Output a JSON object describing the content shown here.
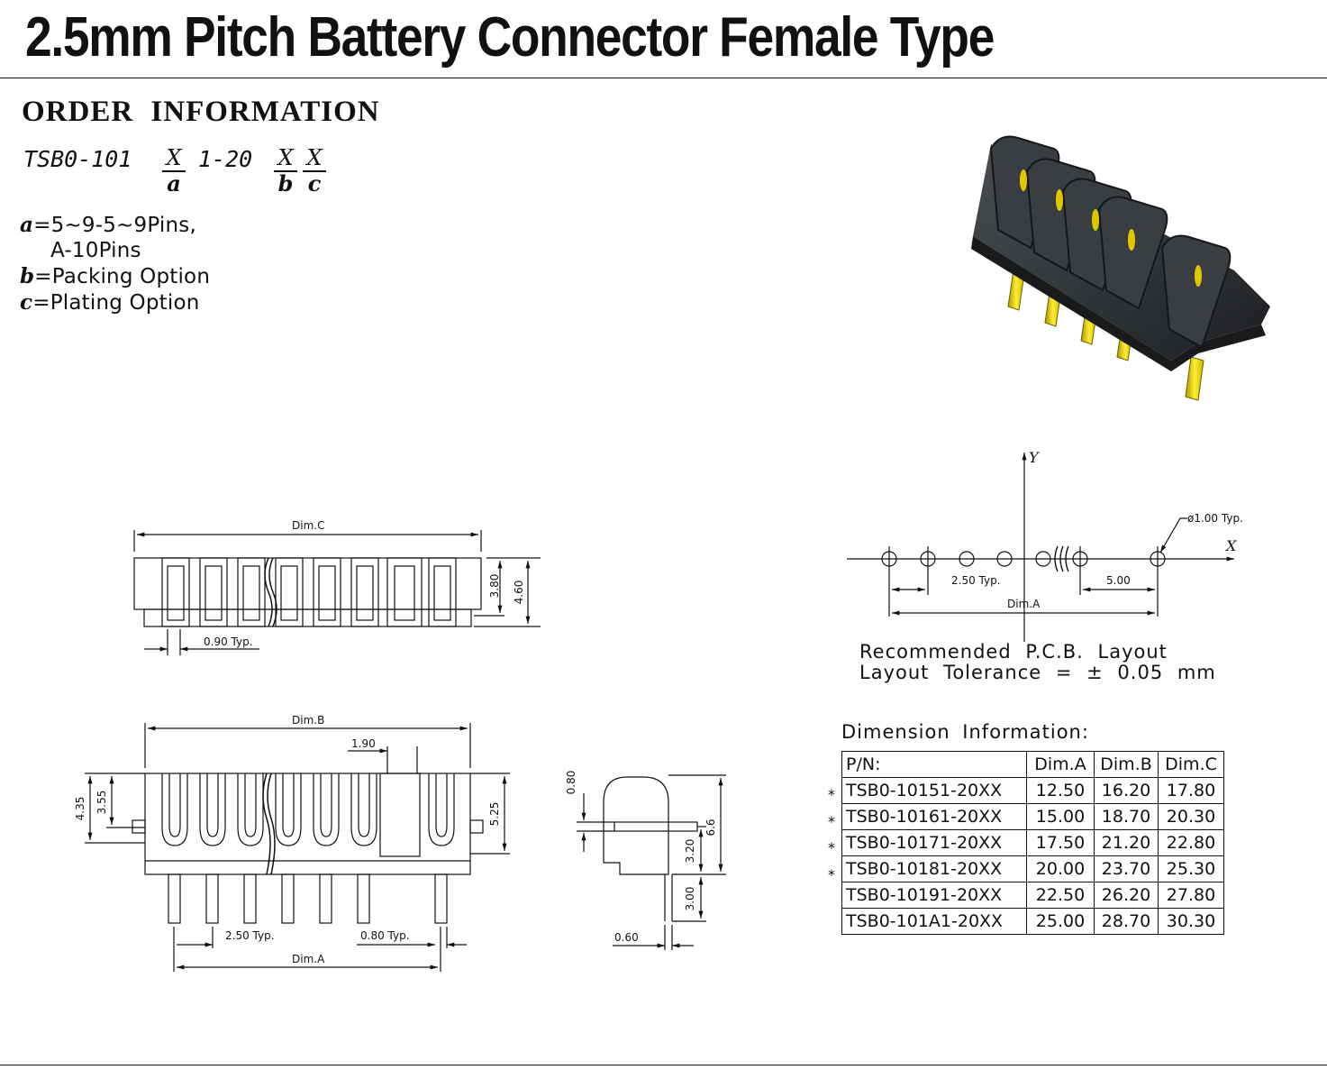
{
  "title": "2.5mm Pitch Battery Connector Female Type",
  "order_info": {
    "heading": "ORDER  INFORMATION",
    "part_number": {
      "prefix": "TSB0-101",
      "mid": "1-20",
      "field_a": {
        "symbol": "X",
        "label": "a"
      },
      "field_b": {
        "symbol": "X",
        "label": "b"
      },
      "field_c": {
        "symbol": "X",
        "label": "c"
      }
    },
    "options": [
      {
        "key": "a",
        "text": "=5~9-5~9Pins,"
      },
      {
        "key": "",
        "text": "A-10Pins"
      },
      {
        "key": "b",
        "text": "=Packing  Option"
      },
      {
        "key": "c",
        "text": "=Plating  Option"
      }
    ]
  },
  "front_view": {
    "dim_c": "Dim.C",
    "h_380": "3.80",
    "h_460": "4.60",
    "pin_w": "0.90  Typ."
  },
  "top_view": {
    "dim_b": "Dim.B",
    "dim_a": "Dim.A",
    "gap_190": "1.90",
    "h_435": "4.35",
    "h_355": "3.55",
    "h_525": "5.25",
    "pitch": "2.50  Typ.",
    "pin_080": "0.80  Typ."
  },
  "side_view": {
    "d_080": "0.80",
    "d_66": "6.6",
    "d_320": "3.20",
    "d_300": "3.00",
    "d_060": "0.60"
  },
  "pcb_layout": {
    "axis_y": "Y",
    "axis_x": "X",
    "hole": "ø1.00  Typ.",
    "pitch": "2.50  Typ.",
    "spacing": "5.00",
    "dim_a": "Dim.A",
    "line1": "Recommended   P.C.B.  Layout",
    "line2": "Layout  Tolerance  =  ±  0.05  mm"
  },
  "dimension_info": {
    "heading": "Dimension  Information:",
    "headers": [
      "P/N:",
      "Dim.A",
      "Dim.B",
      "Dim.C"
    ],
    "rows": [
      {
        "star": "*",
        "pn": "TSB0-10151-20XX",
        "a": "12.50",
        "b": "16.20",
        "c": "17.80"
      },
      {
        "star": "*",
        "pn": "TSB0-10161-20XX",
        "a": "15.00",
        "b": "18.70",
        "c": "20.30"
      },
      {
        "star": "*",
        "pn": "TSB0-10171-20XX",
        "a": "17.50",
        "b": "21.20",
        "c": "22.80"
      },
      {
        "star": "*",
        "pn": "TSB0-10181-20XX",
        "a": "20.00",
        "b": "23.70",
        "c": "25.30"
      },
      {
        "star": "",
        "pn": "TSB0-10191-20XX",
        "a": "22.50",
        "b": "26.20",
        "c": "27.80"
      },
      {
        "star": "",
        "pn": "TSB0-101A1-20XX",
        "a": "25.00",
        "b": "28.70",
        "c": "30.30"
      }
    ]
  },
  "colors": {
    "body": "#2b2e31",
    "pin": "#e8d400"
  }
}
